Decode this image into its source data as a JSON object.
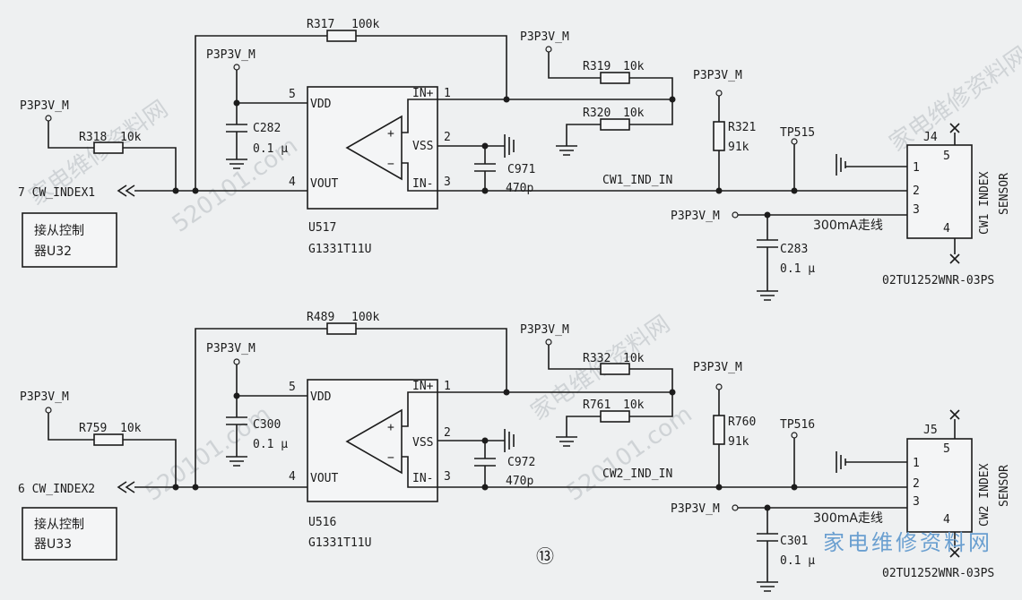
{
  "watermark": {
    "text1": "家电维修资料网",
    "text2": "520101.com"
  },
  "brand_logo": "家电维修资料网",
  "page_number": "⑬",
  "circuits": [
    {
      "connector_label": "7 CW_INDEX1",
      "note_line1": "接从控制",
      "note_line2": "器U32",
      "supply_input": "P3P3V_M",
      "supply_cap": "P3P3V_M",
      "supply_divider": "P3P3V_M",
      "supply_pullup": "P3P3V_M",
      "supply_sensor": "P3P3V_M",
      "r_in": "R318",
      "r_in_val": "10k",
      "r_fb": "R317",
      "r_fb_val": "100k",
      "r_div_top": "R319",
      "r_div_top_val": "10k",
      "r_div_bot": "R320",
      "r_div_bot_val": "10k",
      "r_pull": "R321",
      "r_pull_val": "91k",
      "c_vdd": "C282",
      "c_vdd_val": "0.1 μ",
      "c_in": "C971",
      "c_in_val": "470p",
      "c_sensor": "C283",
      "c_sensor_val": "0.1 μ",
      "ic_ref": "U517",
      "ic_part": "G1331T11U",
      "ic_pin_vdd": "VDD",
      "ic_pin_vout": "VOUT",
      "ic_pin_inp": "IN+",
      "ic_pin_vss": "VSS",
      "ic_pin_inn": "IN-",
      "pin_vdd": "5",
      "pin_vout": "4",
      "pin_inp": "1",
      "pin_vss": "2",
      "pin_inn": "3",
      "net_name": "CW1_IND_IN",
      "testpoint": "TP515",
      "trace_note": "300mA走线",
      "jack_ref": "J4",
      "jack_pins": [
        "1",
        "2",
        "3",
        "4",
        "5"
      ],
      "sensor_label1": "CW1 INDEX",
      "sensor_label2": "SENSOR",
      "jack_part": "02TU1252WNR-03PS"
    },
    {
      "connector_label": "6 CW_INDEX2",
      "note_line1": "接从控制",
      "note_line2": "器U33",
      "supply_input": "P3P3V_M",
      "supply_cap": "P3P3V_M",
      "supply_divider": "P3P3V_M",
      "supply_pullup": "P3P3V_M",
      "supply_sensor": "P3P3V_M",
      "r_in": "R759",
      "r_in_val": "10k",
      "r_fb": "R489",
      "r_fb_val": "100k",
      "r_div_top": "R332",
      "r_div_top_val": "10k",
      "r_div_bot": "R761",
      "r_div_bot_val": "10k",
      "r_pull": "R760",
      "r_pull_val": "91k",
      "c_vdd": "C300",
      "c_vdd_val": "0.1 μ",
      "c_in": "C972",
      "c_in_val": "470p",
      "c_sensor": "C301",
      "c_sensor_val": "0.1 μ",
      "ic_ref": "U516",
      "ic_part": "G1331T11U",
      "ic_pin_vdd": "VDD",
      "ic_pin_vout": "VOUT",
      "ic_pin_inp": "IN+",
      "ic_pin_vss": "VSS",
      "ic_pin_inn": "IN-",
      "pin_vdd": "5",
      "pin_vout": "4",
      "pin_inp": "1",
      "pin_vss": "2",
      "pin_inn": "3",
      "net_name": "CW2_IND_IN",
      "testpoint": "TP516",
      "trace_note": "300mA走线",
      "jack_ref": "J5",
      "jack_pins": [
        "1",
        "2",
        "3",
        "4",
        "5"
      ],
      "sensor_label1": "CW2 INDEX",
      "sensor_label2": "SENSOR",
      "jack_part": "02TU1252WNR-03PS"
    }
  ]
}
